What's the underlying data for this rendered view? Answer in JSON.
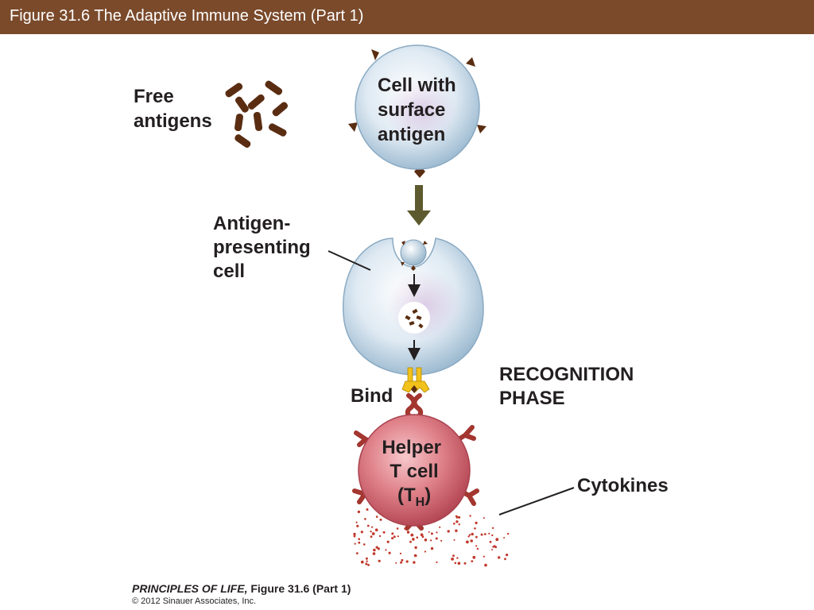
{
  "header": {
    "title": "Figure 31.6  The Adaptive Immune System (Part 1)"
  },
  "diagram": {
    "free_antigens_label": [
      "Free",
      "antigens"
    ],
    "surface_cell_label": [
      "Cell with",
      "surface",
      "antigen"
    ],
    "apc_label": [
      "Antigen-",
      "presenting",
      "cell"
    ],
    "bind_label": "Bind",
    "phase_label": [
      "RECOGNITION",
      "PHASE"
    ],
    "helper_label": [
      "Helper",
      "T cell"
    ],
    "helper_abbrev": {
      "open": "(T",
      "sub": "H",
      "close": ")"
    },
    "cytokines_label": "Cytokines"
  },
  "caption": {
    "book": "PRINCIPLES OF LIFE,",
    "figure": " Figure 31.6 (Part 1)",
    "copyright": "© 2012 Sinauer Associates, Inc."
  },
  "colors": {
    "title_bar": "#7a4a2b",
    "antigen": "#5a2d12",
    "arrow": "#5c5a2e",
    "cell_blue": "#c9dcea",
    "t_cell_red": "#d8707a",
    "receptor_yellow": "#f2c21a",
    "cytokine_dot": "#c0392b"
  }
}
